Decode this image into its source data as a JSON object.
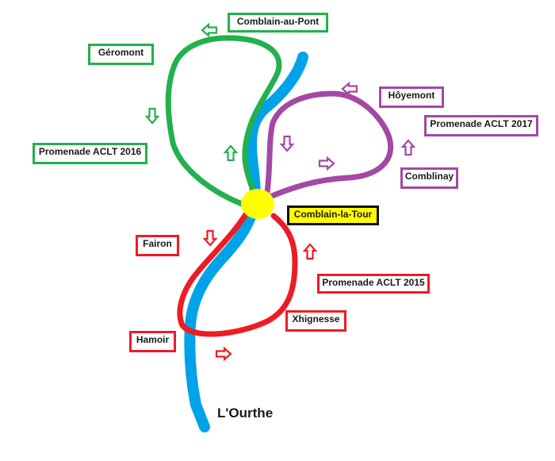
{
  "colors": {
    "river": "#00a2e8",
    "green_loop": "#22b14c",
    "purple_loop": "#a349a4",
    "red_loop": "#ed1c24",
    "center": "#ffff00"
  },
  "river": {
    "name": "L'Ourthe"
  },
  "center": {
    "name": "Comblain-la-Tour"
  },
  "routes": {
    "green": {
      "name": "Promenade ACLT 2016",
      "places": {
        "a": "Comblain-au-Pont",
        "b": "Géromont"
      }
    },
    "purple": {
      "name": "Promenade ACLT 2017",
      "places": {
        "a": "Hôyemont",
        "b": "Comblinay"
      }
    },
    "red": {
      "name": "Promenade ACLT 2015",
      "places": {
        "a": "Fairon",
        "b": "Hamoir",
        "c": "Xhignesse"
      }
    }
  }
}
